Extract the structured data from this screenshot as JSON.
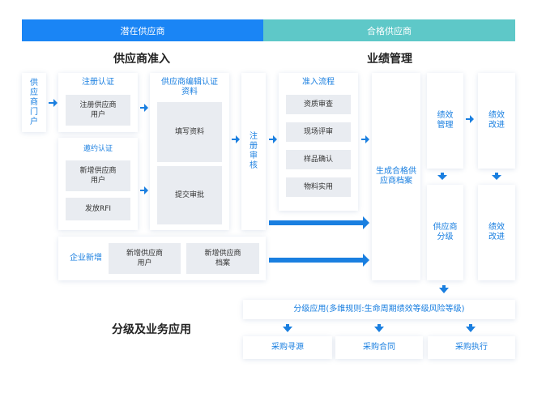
{
  "header": {
    "left": "潜在供应商",
    "right": "合格供应商"
  },
  "sections": {
    "admission": "供应商准入",
    "performance": "业绩管理",
    "grading_app": "分级及业务应用"
  },
  "portal": "供应商门户",
  "register_auth": {
    "title": "注册认证",
    "item": "注册供应商用户"
  },
  "invite_auth": {
    "title": "邀约认证",
    "items": [
      "新增供应商用户",
      "发放RFI"
    ]
  },
  "edit_auth": {
    "title": "供应商编辑认证资料",
    "items": [
      "填写资料",
      "提交审批"
    ]
  },
  "register_review": "注册审核",
  "admission_flow": {
    "title": "准入流程",
    "items": [
      "资质审查",
      "现场评审",
      "样品确认",
      "物料实用"
    ]
  },
  "enterprise_add": {
    "title": "企业新增",
    "items": [
      "新增供应商用户",
      "新增供应商档案"
    ]
  },
  "generate_archive": "生成合格供应商档案",
  "perf": {
    "manage": "绩效管理",
    "improve_1": "绩效改进",
    "grading": "供应商分级",
    "improve_2": "绩效改进"
  },
  "grading_application": "分级应用(多维规则:生命周期绩效等级风险等级)",
  "apps": [
    "采购寻源",
    "采购合同",
    "采购执行"
  ],
  "colors": {
    "header_left": "#1a85f5",
    "header_right": "#5ec8c8",
    "accent": "#1a7fe0",
    "gray_box": "#e9ecf1"
  }
}
